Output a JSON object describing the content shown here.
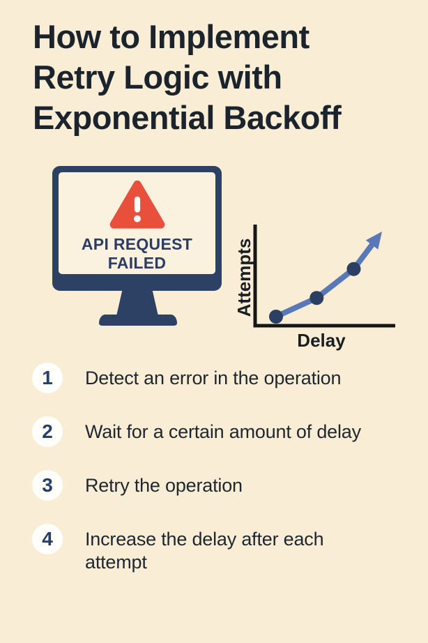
{
  "page": {
    "background_color": "#F9EDD5",
    "text_color": "#1B242D",
    "navy_color": "#2D4164",
    "alert_red_color": "#E8503C"
  },
  "title": "How to Implement\nRetry Logic with\nExponential Backoff",
  "illustration": {
    "error_message": "API REQUEST\nFAILED",
    "warning_icon": "warning-triangle-exclamation",
    "monitor_color": "#2D4164",
    "screen_color": "#FAF1DE",
    "triangle_color": "#E8503C",
    "exclamation_color": "#FFFFFF"
  },
  "chart_data": {
    "type": "line",
    "title": "",
    "xlabel": "Delay",
    "ylabel": "Attempts",
    "x": [
      1,
      2.15,
      3.2
    ],
    "y": [
      1,
      1.55,
      2.4
    ],
    "arrow_end": {
      "x": 4,
      "y": 3.5
    },
    "x_domain": [
      1,
      4
    ],
    "y_domain": [
      1,
      3.5
    ],
    "tick_labels": "none shown",
    "grid": false,
    "legend": false,
    "note": "Conceptual unlabeled curve: attempts increase as delay grows, ending in an up-right arrow",
    "line_color": "#5878B7",
    "point_color": "#2B3F63",
    "axis_color": "#161616"
  },
  "steps": [
    {
      "number": "1",
      "label": "Detect an error in the operation"
    },
    {
      "number": "2",
      "label": "Wait for a certain amount of delay"
    },
    {
      "number": "3",
      "label": "Retry the operation"
    },
    {
      "number": "4",
      "label": "Increase the delay after each\nattempt"
    }
  ]
}
